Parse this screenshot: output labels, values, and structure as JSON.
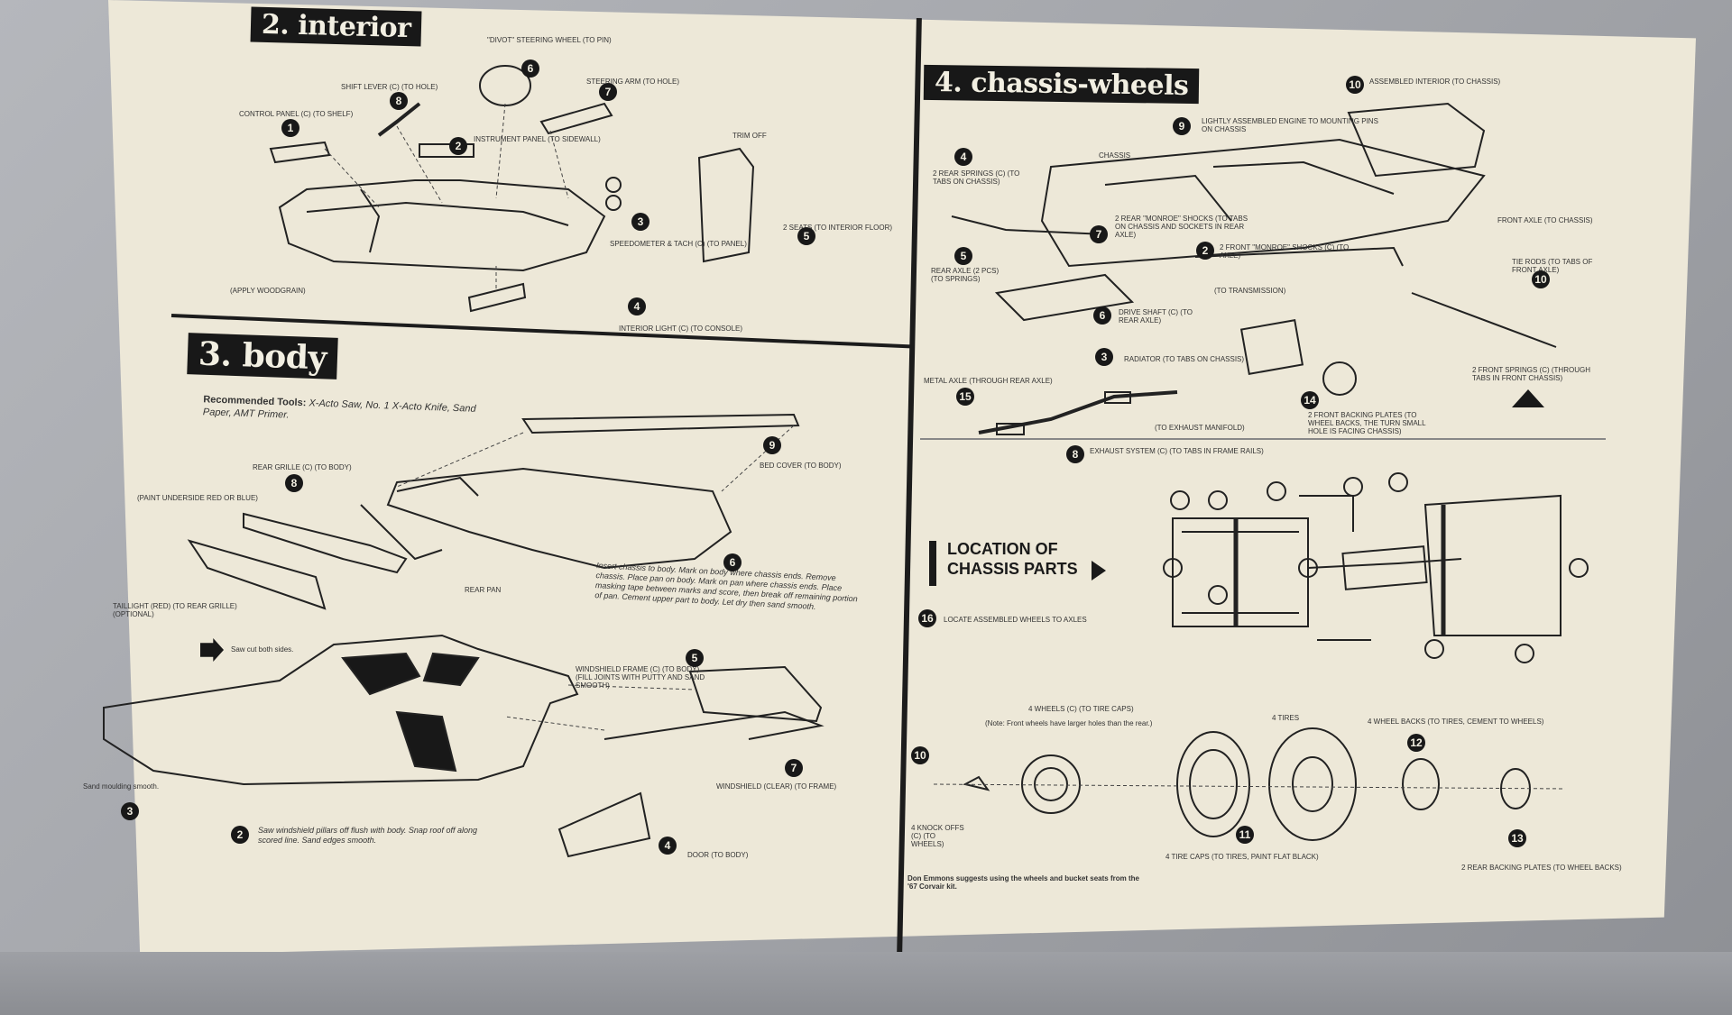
{
  "sections": {
    "interior": {
      "title": "2. interior"
    },
    "body": {
      "title": "3. body"
    },
    "chassis": {
      "title": "4. chassis-wheels"
    }
  },
  "interior_labels": {
    "steering_wheel": "\"DIVOT\" STEERING WHEEL (To pin)",
    "shift_lever": "SHIFT LEVER (C) (To hole)",
    "steering_arm": "STEERING ARM (To hole)",
    "control_panel": "CONTROL PANEL (C) (To shelf)",
    "instrument_panel": "INSTRUMENT PANEL (To sidewall)",
    "trim_off": "TRIM OFF",
    "seats": "2 SEATS (To interior floor)",
    "speedometer": "SPEEDOMETER & TACH (C) (To panel)",
    "woodgrain": "(Apply woodgrain)",
    "interior_light": "INTERIOR LIGHT (C) (To console)"
  },
  "body_labels": {
    "tools_heading": "Recommended Tools:",
    "tools_text": "X-Acto Saw, No. 1 X-Acto Knife, Sand Paper, AMT Primer.",
    "rear_grille": "REAR GRILLE (C) (To body)",
    "paint_underside": "(Paint underside Red or Blue)",
    "bed_cover": "BED COVER (To body)",
    "taillight": "TAILLIGHT (Red) (To rear grille) (Optional)",
    "rear_pan": "REAR PAN",
    "insert_chassis": "Insert chassis to body. Mark on body where chassis ends. Remove chassis. Place pan on body. Mark on pan where chassis ends. Place masking tape between marks and score, then break off remaining portion of pan. Cement upper part to body. Let dry then sand smooth.",
    "saw_cut": "Saw cut both sides.",
    "windshield_frame": "WINDSHIELD FRAME (C) (To body) (Fill joints with putty and sand smooth)",
    "sand_moulding": "Sand moulding smooth.",
    "windshield": "WINDSHIELD (Clear) (To frame)",
    "saw_pillars": "Saw windshield pillars off flush with body. Snap roof off along scored line. Sand edges smooth.",
    "door": "DOOR (To body)"
  },
  "chassis_labels": {
    "assembled_interior": "ASSEMBLED INTERIOR (To chassis)",
    "engine": "LIGHTLY ASSEMBLED ENGINE TO MOUNTING PINS ON CHASSIS",
    "chassis": "CHASSIS",
    "rear_springs": "2 REAR SPRINGS (C) (To tabs on chassis)",
    "rear_shocks": "2 REAR \"MONROE\" SHOCKS (To tabs on chassis and sockets in rear axle)",
    "front_shocks": "2 FRONT \"MONROE\" SHOCKS (C) (To axle)",
    "front_axle": "FRONT AXLE (To chassis)",
    "tie_rods": "TIE RODS (To tabs of front axle)",
    "rear_axle": "REAR AXLE (2 pcs) (To springs)",
    "drive_shaft": "DRIVE SHAFT (C) (To rear axle)",
    "to_transmission": "(To transmission)",
    "radiator": "RADIATOR (To tabs on chassis)",
    "metal_axle": "METAL AXLE (Through rear axle)",
    "front_backing_plates": "2 FRONT BACKING PLATES (To wheel backs, the turn small hole is facing chassis)",
    "front_springs": "2 FRONT SPRINGS (C) (Through tabs in front chassis)",
    "exhaust": "EXHAUST SYSTEM (C) (To tabs in frame rails)",
    "to_manifold": "(To exhaust manifold)",
    "location_of": "LOCATION OF",
    "chassis_parts": "CHASSIS PARTS",
    "locate_wheels": "LOCATE ASSEMBLED WHEELS TO AXLES",
    "wheels": "4 WHEELS (C) (To tire caps)",
    "wheels_note": "(Note: Front wheels have larger holes than the rear.)",
    "tires": "4 TIRES",
    "wheel_backs": "4 WHEEL BACKS (To tires, cement to wheels)",
    "knock_offs": "4 KNOCK OFFS (C) (To wheels)",
    "tire_caps": "4 TIRE CAPS (To tires, paint flat black)",
    "rear_backing": "2 REAR BACKING PLATES (To wheel backs)",
    "footnote": "Don Emmons suggests using the wheels and bucket seats from the '67 Corvair kit."
  },
  "step_numbers": {
    "n1": "1",
    "n2": "2",
    "n3": "3",
    "n4": "4",
    "n5": "5",
    "n6": "6",
    "n7": "7",
    "n8": "8",
    "n9": "9",
    "n10": "10",
    "n11": "11",
    "n12": "12",
    "n13": "13",
    "n14": "14",
    "n15": "15",
    "n16": "16"
  }
}
